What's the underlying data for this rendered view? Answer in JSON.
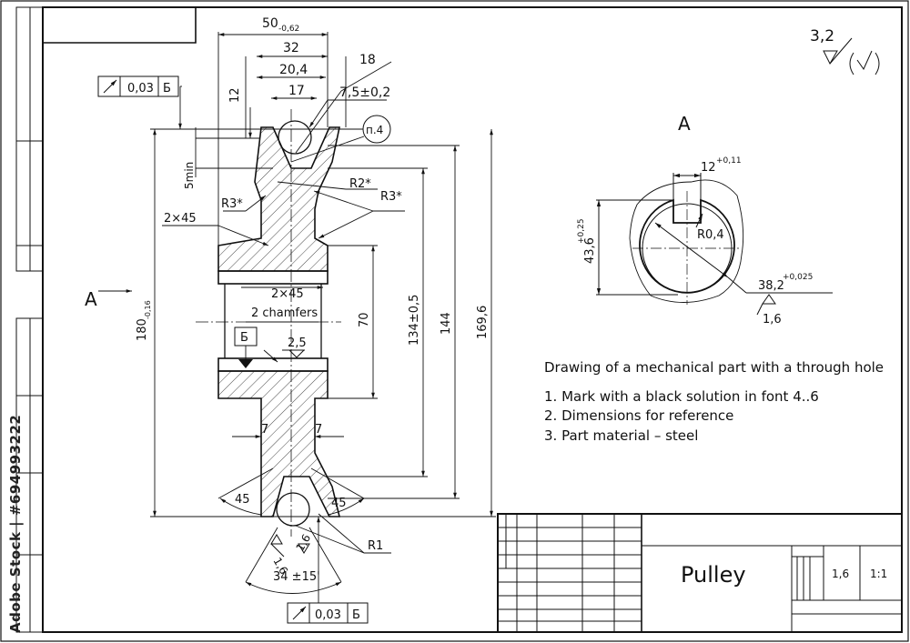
{
  "title_block": {
    "part_name": "Pulley",
    "scale": "1:1",
    "roughness_sheet": "1,6"
  },
  "general_roughness": "3,2",
  "dimensions": {
    "width_total": "50",
    "width_total_tol": "-0,62",
    "width_32": "32",
    "groove_20_4": "20,4",
    "groove_17": "17",
    "radius_18": "18",
    "groove_depth_7_5": "7,5±0,2",
    "dim_12": "12",
    "five_min": "5min",
    "note_p4": "п.4",
    "r2": "R2*",
    "r3_left": "R3*",
    "r3_right": "R3*",
    "chamfer_left": "2×45",
    "bore_chamfer": "2×45",
    "two_chamfers": "2 chamfers",
    "dia_180": "180",
    "dia_180_tol": "-0,16",
    "dia_70": "70",
    "dia_134": "134±0,5",
    "dia_144": "144",
    "dia_169": "169,6",
    "datum_b": "Б",
    "roughness_2_5": "2,5",
    "web_7_left": "7",
    "web_7_right": "7",
    "angle_45_left": "45",
    "angle_45_right": "45",
    "radius_r1": "R1",
    "rough_1_6_a": "1,6",
    "rough_1_6_b": "1,6",
    "angle_34": "34 ±15'",
    "runout_top_value": "0,03",
    "runout_top_datum": "Б",
    "runout_bottom_value": "0,03",
    "runout_bottom_datum": "Б"
  },
  "section_view": {
    "label": "A",
    "view_arrow_label": "A",
    "key_width": "12",
    "key_width_tol": "+0,11",
    "radius": "R0,4",
    "height": "43,6",
    "height_tol": "+0,25",
    "bore": "38,2",
    "bore_tol": "+0,025",
    "roughness": "1,6"
  },
  "notes": {
    "heading": "Drawing of a mechanical part with a through hole",
    "items": [
      "1. Mark with a black solution in font 4..6",
      "2. Dimensions for reference",
      "3. Part material – steel"
    ]
  },
  "watermark": "Adobe Stock | #694993222"
}
